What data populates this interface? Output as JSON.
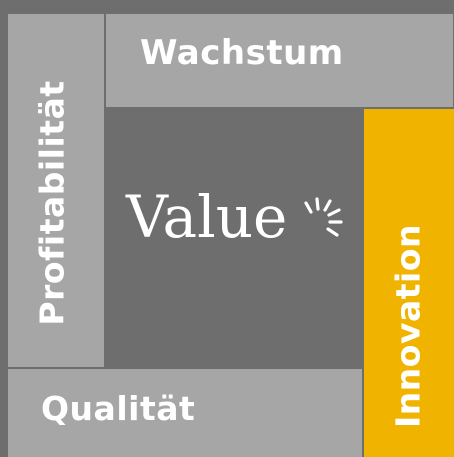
{
  "diagram": {
    "top_label": "Wachstum",
    "left_label": "Profitabilität",
    "bottom_label": "Qualität",
    "right_label": "Innovation",
    "center_label": "Value"
  },
  "colors": {
    "background": "#6e6e6e",
    "panel": "#a6a6a6",
    "accent": "#f0b400",
    "text": "#ffffff"
  },
  "icons": {
    "center": "sparkle-icon"
  }
}
